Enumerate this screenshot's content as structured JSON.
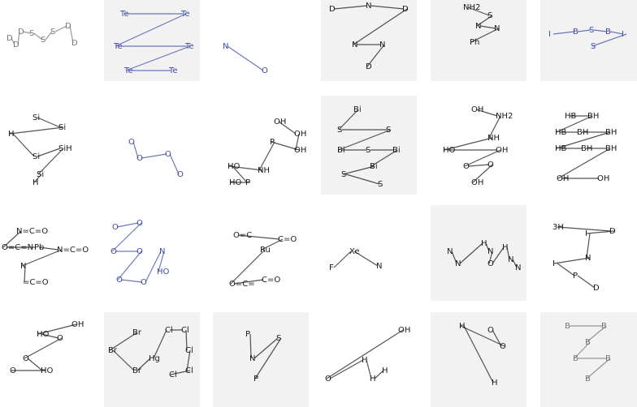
{
  "colors": {
    "ink_dark": "#1a1a1a",
    "ink_blue": "#3d4aa8",
    "ink_gray": "#777777",
    "paper": "#ffffff",
    "paper_gray": "#f2f2f2"
  },
  "tiles": [
    {
      "id": "r1c1",
      "ink": "gray",
      "labels": [
        "D",
        "D",
        "D",
        "S",
        "S",
        "S",
        "D",
        "D"
      ]
    },
    {
      "id": "r1c2",
      "ink": "blue",
      "labels": [
        "Te",
        "Te",
        "Te",
        "Te",
        "Te",
        "Te"
      ]
    },
    {
      "id": "r1c3",
      "ink": "blue",
      "labels": [
        "N",
        "O"
      ]
    },
    {
      "id": "r1c4",
      "ink": "dark",
      "labels": [
        "D",
        "N",
        "D",
        "N",
        "N",
        "D"
      ]
    },
    {
      "id": "r1c5",
      "ink": "dark",
      "labels": [
        "NH2",
        "S",
        "N",
        "N",
        "Ph"
      ]
    },
    {
      "id": "r1c6",
      "ink": "blue",
      "labels": [
        "I",
        "B",
        "S",
        "B",
        "I",
        "S"
      ]
    },
    {
      "id": "r2c1",
      "ink": "dark",
      "labels": [
        "Si",
        "Si",
        "H",
        "Si",
        "SiH",
        "Si",
        "H"
      ]
    },
    {
      "id": "r2c2",
      "ink": "blue",
      "labels": [
        "O",
        "O",
        "O",
        "O"
      ]
    },
    {
      "id": "r2c3",
      "ink": "dark",
      "labels": [
        "OH",
        "OH",
        "OH",
        "P",
        "NH",
        "HO",
        "P",
        "HO"
      ]
    },
    {
      "id": "r2c4",
      "ink": "dark",
      "labels": [
        "Bi",
        "S",
        "S",
        "Bi",
        "S",
        "Bi",
        "Bi",
        "S",
        "S"
      ]
    },
    {
      "id": "r2c5",
      "ink": "dark",
      "labels": [
        "OH",
        "NH2",
        "NH",
        "HO",
        "OH",
        "O",
        "O",
        "OH"
      ]
    },
    {
      "id": "r2c6",
      "ink": "dark",
      "labels": [
        "HB",
        "BH",
        "HB",
        "BH",
        "BH",
        "HB",
        "BH",
        "BH",
        "OH",
        "OH"
      ]
    },
    {
      "id": "r3c1",
      "ink": "dark",
      "labels": [
        "N=C=O",
        "O=C=N",
        "Pb",
        "N=C=O",
        "N",
        "=C=O"
      ]
    },
    {
      "id": "r3c2",
      "ink": "blue",
      "labels": [
        "O",
        "O",
        "O",
        "O",
        "O",
        "O",
        "N",
        "HO"
      ]
    },
    {
      "id": "r3c3",
      "ink": "dark",
      "labels": [
        "O=C",
        "C=O",
        "Ru",
        "O=C=",
        "C=O"
      ]
    },
    {
      "id": "r3c4",
      "ink": "dark",
      "labels": [
        "F",
        "Xe",
        "N"
      ]
    },
    {
      "id": "r3c5",
      "ink": "dark",
      "labels": [
        "N",
        "N",
        "H",
        "N",
        "O",
        "H",
        "N",
        "N"
      ]
    },
    {
      "id": "r3c6",
      "ink": "dark",
      "labels": [
        "3H",
        "D",
        "I",
        "N",
        "I",
        "P",
        "D"
      ]
    },
    {
      "id": "r4c1",
      "ink": "dark",
      "labels": [
        "OH",
        "HO",
        "O",
        "O",
        "HO",
        "O"
      ]
    },
    {
      "id": "r4c2",
      "ink": "dark",
      "labels": [
        "Br",
        "Br",
        "Br",
        "Hg",
        "Cl",
        "Cl",
        "Cl",
        "Cl",
        "Cl"
      ]
    },
    {
      "id": "r4c3",
      "ink": "dark",
      "labels": [
        "P",
        "N",
        "S",
        "P"
      ]
    },
    {
      "id": "r4c4",
      "ink": "dark",
      "labels": [
        "OH",
        "O",
        "H",
        "H",
        "H"
      ]
    },
    {
      "id": "r4c5",
      "ink": "dark",
      "labels": [
        "O",
        "O",
        "H",
        "H"
      ]
    },
    {
      "id": "r4c6",
      "ink": "gray",
      "labels": [
        "B",
        "B",
        "B",
        "B",
        "B",
        "B"
      ]
    }
  ]
}
